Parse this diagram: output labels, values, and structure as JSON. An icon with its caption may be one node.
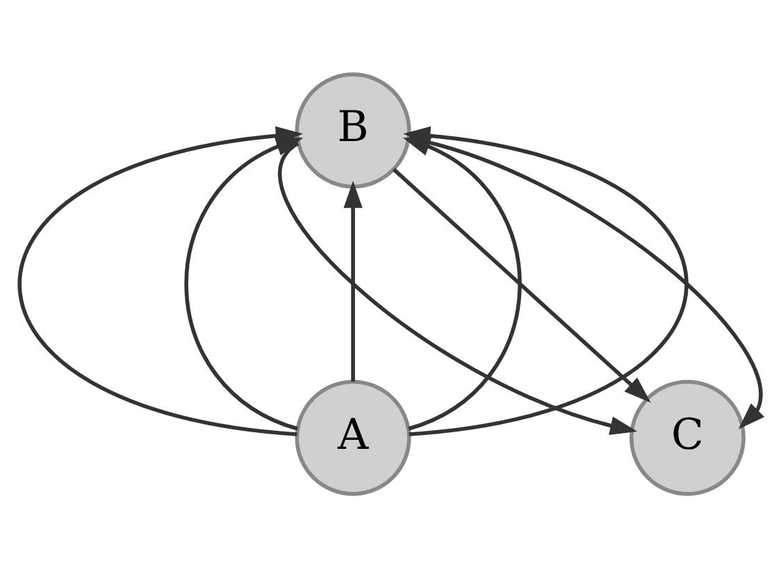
{
  "diagram": {
    "nodes": [
      {
        "text": [
          "A"
        ]
      },
      {
        "text": [
          "B"
        ]
      },
      {
        "text": [
          "C"
        ]
      }
    ],
    "edges": [
      {
        "from": 0,
        "to": 1,
        "arrow": "to"
      },
      {
        "from": 0,
        "to": 1,
        "arrow": "to"
      },
      {
        "from": 0,
        "to": 1,
        "arrow": "to"
      },
      {
        "from": 0,
        "to": 1,
        "arrow": "to"
      },
      {
        "from": 0,
        "to": 1,
        "arrow": "to"
      },
      {
        "from": 1,
        "to": 2,
        "arrow": "to"
      },
      {
        "from": 1,
        "to": 2,
        "arrow": "to"
      },
      {
        "from": 1,
        "to": 2,
        "arrow": "to"
      }
    ]
  }
}
